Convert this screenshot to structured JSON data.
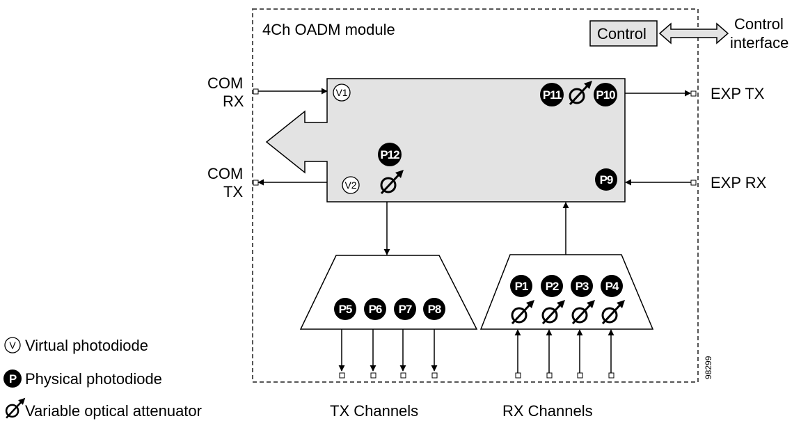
{
  "module_title": "4Ch OADM module",
  "control_label": "Control",
  "control_interface_line1": "Control",
  "control_interface_line2": "interface",
  "com_rx_line1": "COM",
  "com_rx_line2": "RX",
  "com_tx_line1": "COM",
  "com_tx_line2": "TX",
  "exp_tx": "EXP TX",
  "exp_rx": "EXP RX",
  "tx_channels": "TX Channels",
  "rx_channels": "RX Channels",
  "virtual_pd": {
    "V1": "V1",
    "V2": "V2"
  },
  "physical_pd": {
    "P1": "P1",
    "P2": "P2",
    "P3": "P3",
    "P4": "P4",
    "P5": "P5",
    "P6": "P6",
    "P7": "P7",
    "P8": "P8",
    "P9": "P9",
    "P10": "P10",
    "P11": "P11",
    "P12": "P12"
  },
  "legend": {
    "virtual_symbol": "V",
    "virtual": "Virtual photodiode",
    "physical_symbol": "P",
    "physical": "Physical photodiode",
    "voa": "Variable optical attenuator"
  },
  "figure_id": "98299",
  "colors": {
    "block_fill": "#e3e3e3",
    "photodiode_fill": "#000000",
    "line": "#000000"
  }
}
